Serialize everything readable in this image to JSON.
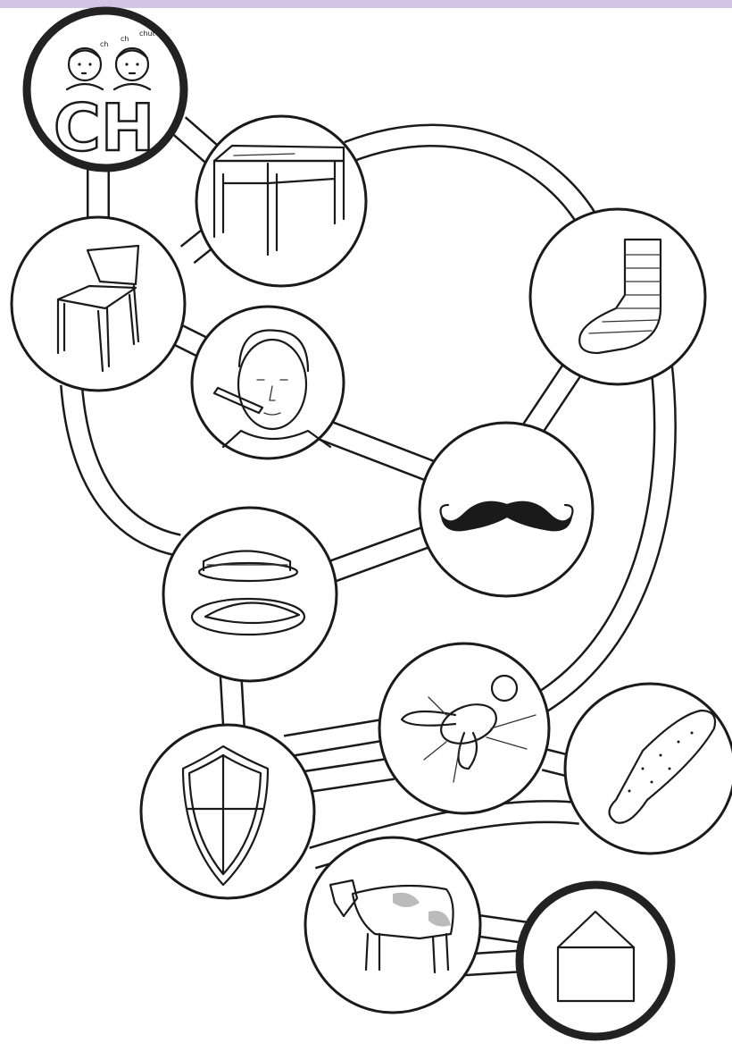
{
  "board": {
    "start_letters": "CH",
    "speech": [
      "ch",
      "ch",
      "chut"
    ]
  },
  "colors": {
    "top_band": "#d5c3e6",
    "ink": "#1a1a1a",
    "background": "#ffffff"
  },
  "icons": [
    "children-shushing-icon",
    "desk-icon",
    "chair-icon",
    "boy-with-thermometer-icon",
    "sock-icon",
    "mustache-icon",
    "crepes-icon",
    "fly-icon",
    "shield-icon",
    "gherkin-icon",
    "cow-icon",
    "house-icon"
  ]
}
